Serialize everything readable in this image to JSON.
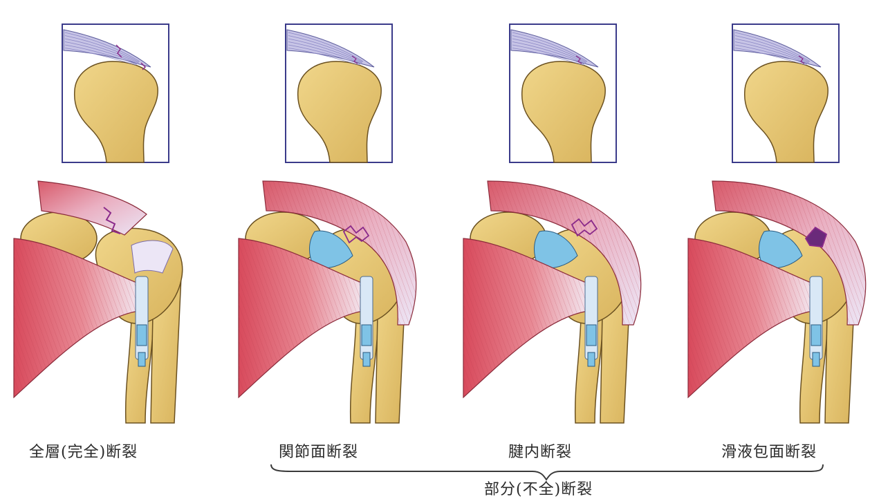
{
  "panels": [
    {
      "label": "全層(完全)断裂"
    },
    {
      "label": "関節面断裂"
    },
    {
      "label": "腱内断裂"
    },
    {
      "label": "滑液包面断裂"
    }
  ],
  "group": {
    "label": "部分(不全)断裂"
  },
  "colors": {
    "bone": "#e6c97a",
    "bone_outline": "#6a5020",
    "muscle": "#d9566a",
    "tendon": "#e8e4f4",
    "cartilage": "#7fc3e6",
    "tear": "#8a2a8a",
    "frame": "#3a3a8a"
  }
}
